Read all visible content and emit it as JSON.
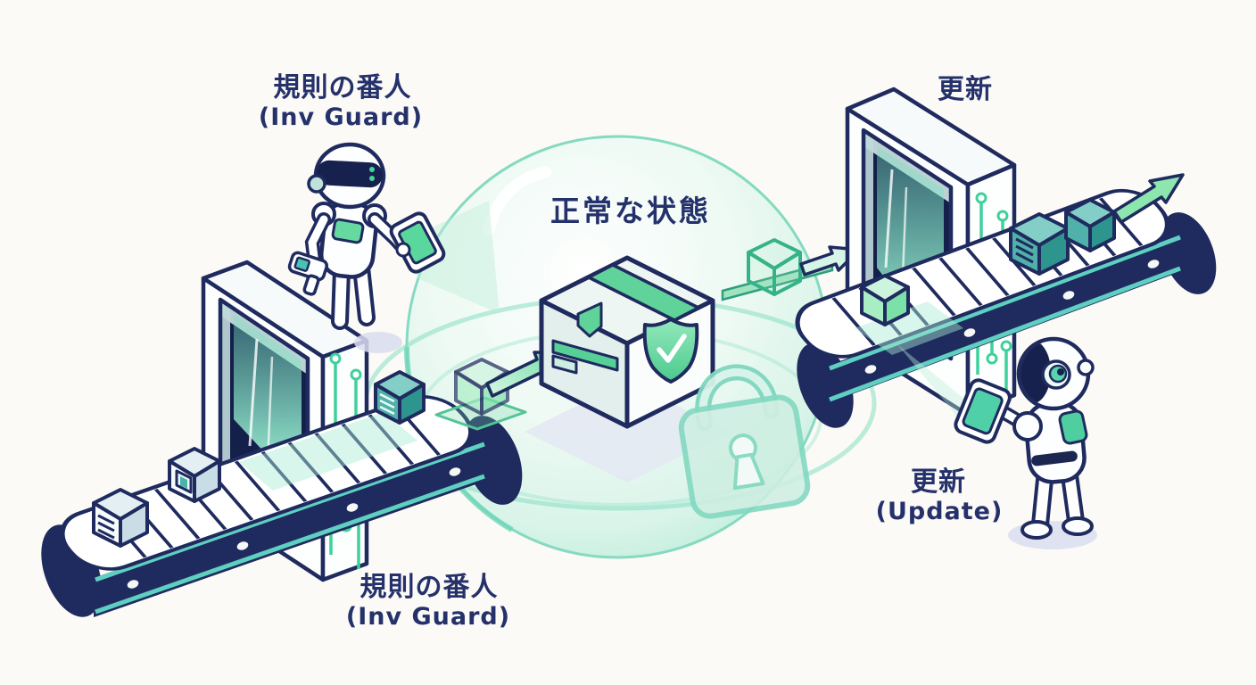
{
  "scene": {
    "background_color": "#fbfaf6",
    "bubble_title": "正常な状態",
    "labels": {
      "top_left": {
        "line1": "規則の番人",
        "line2": "(Inv Guard)"
      },
      "bottom_center": {
        "line1": "規則の番人",
        "line2": "(Inv Guard)"
      },
      "top_right": {
        "line1": "更新"
      },
      "right_robot": {
        "line1": "更新",
        "line2": "(Update)"
      }
    },
    "colors": {
      "outline_navy": "#1f2b5e",
      "text_navy": "#25316b",
      "accent_green": "#54d598",
      "box_teal": "#3ba39b",
      "belt_stripe_teal": "#5ecfc0",
      "bubble_mint": "#d6f5e9",
      "scan_beam_mint": "#9fe9cf",
      "shadow_lavender": "#dde1f0"
    },
    "icons": {
      "shield_check": "shield-check-icon",
      "padlock": "padlock-icon",
      "flow_arrow": "arrow-icon",
      "circuit_trace": "circuit-trace-icon",
      "scanner_gate": "scanner-gate-icon",
      "conveyor_belt": "conveyor-belt-icon",
      "robot": "robot-icon"
    }
  }
}
